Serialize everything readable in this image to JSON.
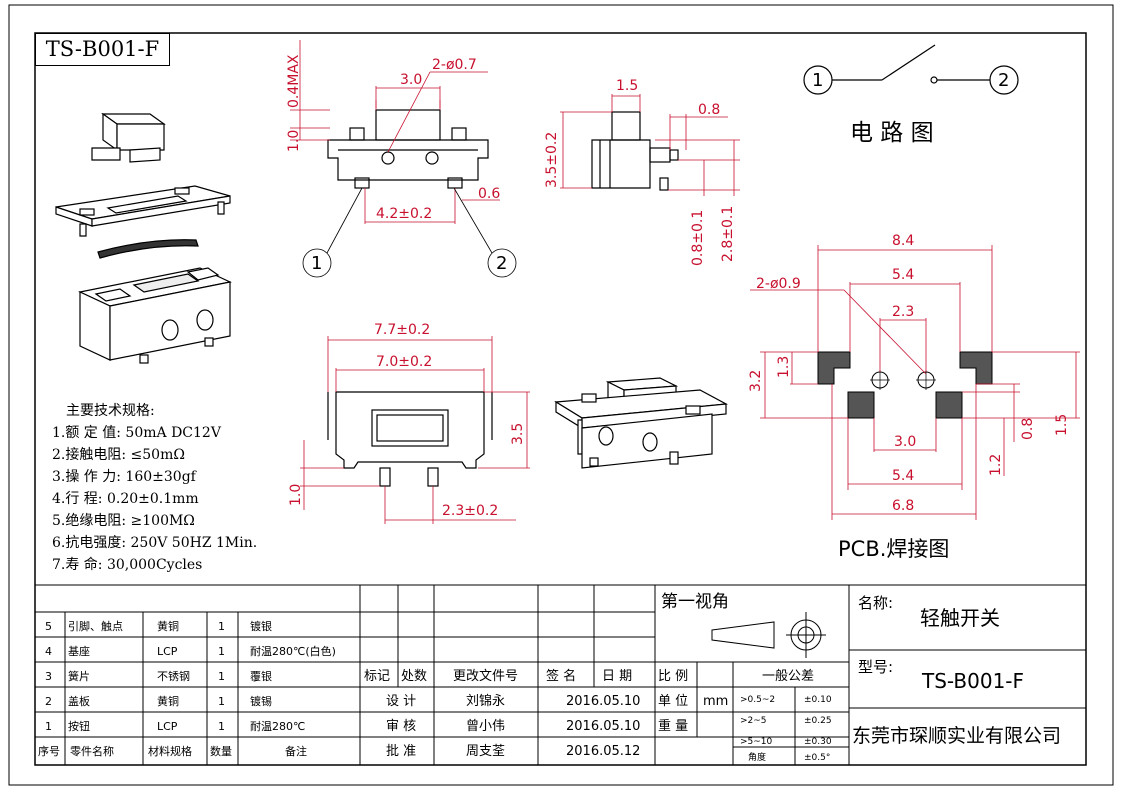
{
  "part_title": "TS-B001-F",
  "specs": {
    "heading": "主要技术规格:",
    "items": [
      "1.额 定 值: 50mA DC12V",
      "2.接触电阻: ≤50mΩ",
      "3.操 作 力: 160±30gf",
      "4.行    程: 0.20±0.1mm",
      "5.绝缘电阻: ≥100MΩ",
      "6.抗电强度: 250V 50HZ 1Min.",
      "7.寿    命: 30,000Cycles"
    ]
  },
  "circuit": {
    "label": "电 路 图",
    "pin1": "1",
    "pin2": "2"
  },
  "pcb": {
    "label": "PCB.焊接图"
  },
  "front_view": {
    "pitch": "3.0",
    "holes": "2-ø0.7",
    "height_max": "0.4MAX",
    "h_step": "1.0",
    "pin_span": "4.2±0.2",
    "pin_width": "0.6",
    "pin1": "1",
    "pin2": "2"
  },
  "side_view": {
    "actuator_w": "1.5",
    "actuator_proj": "0.8",
    "height": "3.5±0.2",
    "offset_a": "0.8±0.1",
    "offset_b": "2.8±0.1"
  },
  "top_view": {
    "outer_w": "7.7±0.2",
    "body_w": "7.0±0.2",
    "body_h": "3.5",
    "pin_h": "1.0",
    "pin_pitch": "2.3±0.2"
  },
  "pcb_dims": {
    "overall_w": "8.4",
    "pad_span": "5.4",
    "holes": "2-ø0.9",
    "hole_pitch": "2.3",
    "h_total": "3.2",
    "pad_h": "1.3",
    "inner_pitch": "3.0",
    "bottom_span": "5.4",
    "bottom_overall": "6.8",
    "right_a": "0.8",
    "right_b": "1.5",
    "right_c": "1.2"
  },
  "title_block": {
    "bom_rows": [
      {
        "no": "5",
        "name": "引脚、触点",
        "material": "黄铜",
        "qty": "1",
        "note": "镀银"
      },
      {
        "no": "4",
        "name": "基座",
        "material": "LCP",
        "qty": "1",
        "note": "耐温280℃(白色)"
      },
      {
        "no": "3",
        "name": "簧片",
        "material": "不锈钢",
        "qty": "1",
        "note": "覆银"
      },
      {
        "no": "2",
        "name": "盖板",
        "material": "黄铜",
        "qty": "1",
        "note": "镀锡"
      },
      {
        "no": "1",
        "name": "按钮",
        "material": "LCP",
        "qty": "1",
        "note": "耐温280℃"
      }
    ],
    "bom_header": {
      "no": "序号",
      "name": "零件名称",
      "material": "材料规格",
      "qty": "数量",
      "note": "备注"
    },
    "rev_header": {
      "mark": "标记",
      "count": "处数",
      "doc": "更改文件号",
      "sign": "签 名",
      "date": "日 期"
    },
    "approvals": [
      {
        "role": "设  计",
        "name": "刘锦永",
        "date": "2016.05.10"
      },
      {
        "role": "审  核",
        "name": "曾小伟",
        "date": "2016.05.10"
      },
      {
        "role": "批  准",
        "name": "周支荃",
        "date": "2016.05.12"
      }
    ],
    "projection": "第一视角",
    "scale_label": "比 例",
    "unit_label": "单 位",
    "unit_value": "mm",
    "weight_label": "重 量",
    "tolerance": {
      "title": "一般公差",
      "rows": [
        {
          "range": ">0.5~2",
          "tol": "±0.10"
        },
        {
          "range": ">2~5",
          "tol": "±0.25"
        },
        {
          "range": ">5~10",
          "tol": "±0.30"
        },
        {
          "range": "角度",
          "tol": "±0.5°"
        }
      ]
    },
    "name_label": "名称:",
    "name_value": "轻触开关",
    "model_label": "型号:",
    "model_value": "TS-B001-F",
    "company": "东莞市琛顺实业有限公司"
  },
  "colors": {
    "dimension": "#c8102e",
    "line": "#000000",
    "paper": "#ffffff"
  }
}
